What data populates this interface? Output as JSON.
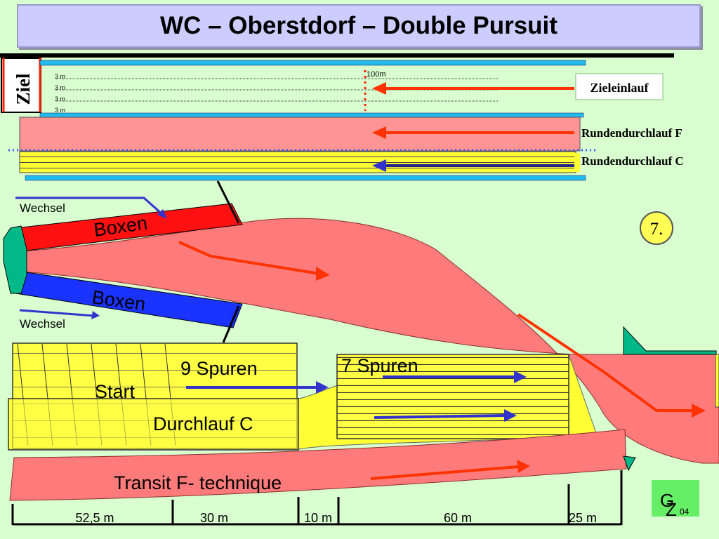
{
  "title": "WC – Oberstdorf – Double Pursuit",
  "finish": {
    "ziel": "Ziel",
    "lanes": [
      "3 m",
      "3 m",
      "3 m",
      "3 m"
    ],
    "mark_100m": "100m",
    "zieleinlauf": "Zieleinlauf",
    "rundendurchlauf_f": "Rundendurchlauf F",
    "rundendurchlauf_c": "Rundendurchlauf C"
  },
  "boxes": {
    "wechsel_top": "Wechsel",
    "wechsel_bottom": "Wechsel",
    "boxen_top": "Boxen",
    "boxen_bottom": "Boxen"
  },
  "badge": "7.",
  "start": {
    "spuren_9": "9 Spuren",
    "spuren_7": "7 Spuren",
    "start": "Start",
    "durchlauf_c": "Durchlauf C",
    "transit_f": "Transit F- technique"
  },
  "distances": [
    "52,5 m",
    "30 m",
    "10 m",
    "60 m",
    "25 m"
  ],
  "logo": {
    "g": "G",
    "z": "Z",
    "num": "04"
  },
  "colors": {
    "background": "#d9ffd0",
    "title_bg": "#ccccff",
    "track_red": "#ff7b7b",
    "yellow": "#ffff33",
    "box_red": "#ff1111",
    "box_blue": "#1a33ff",
    "teal": "#00b888",
    "arrow_red": "#ff3300",
    "arrow_blue": "#3333cc",
    "cyan_bar": "#22bbee"
  }
}
